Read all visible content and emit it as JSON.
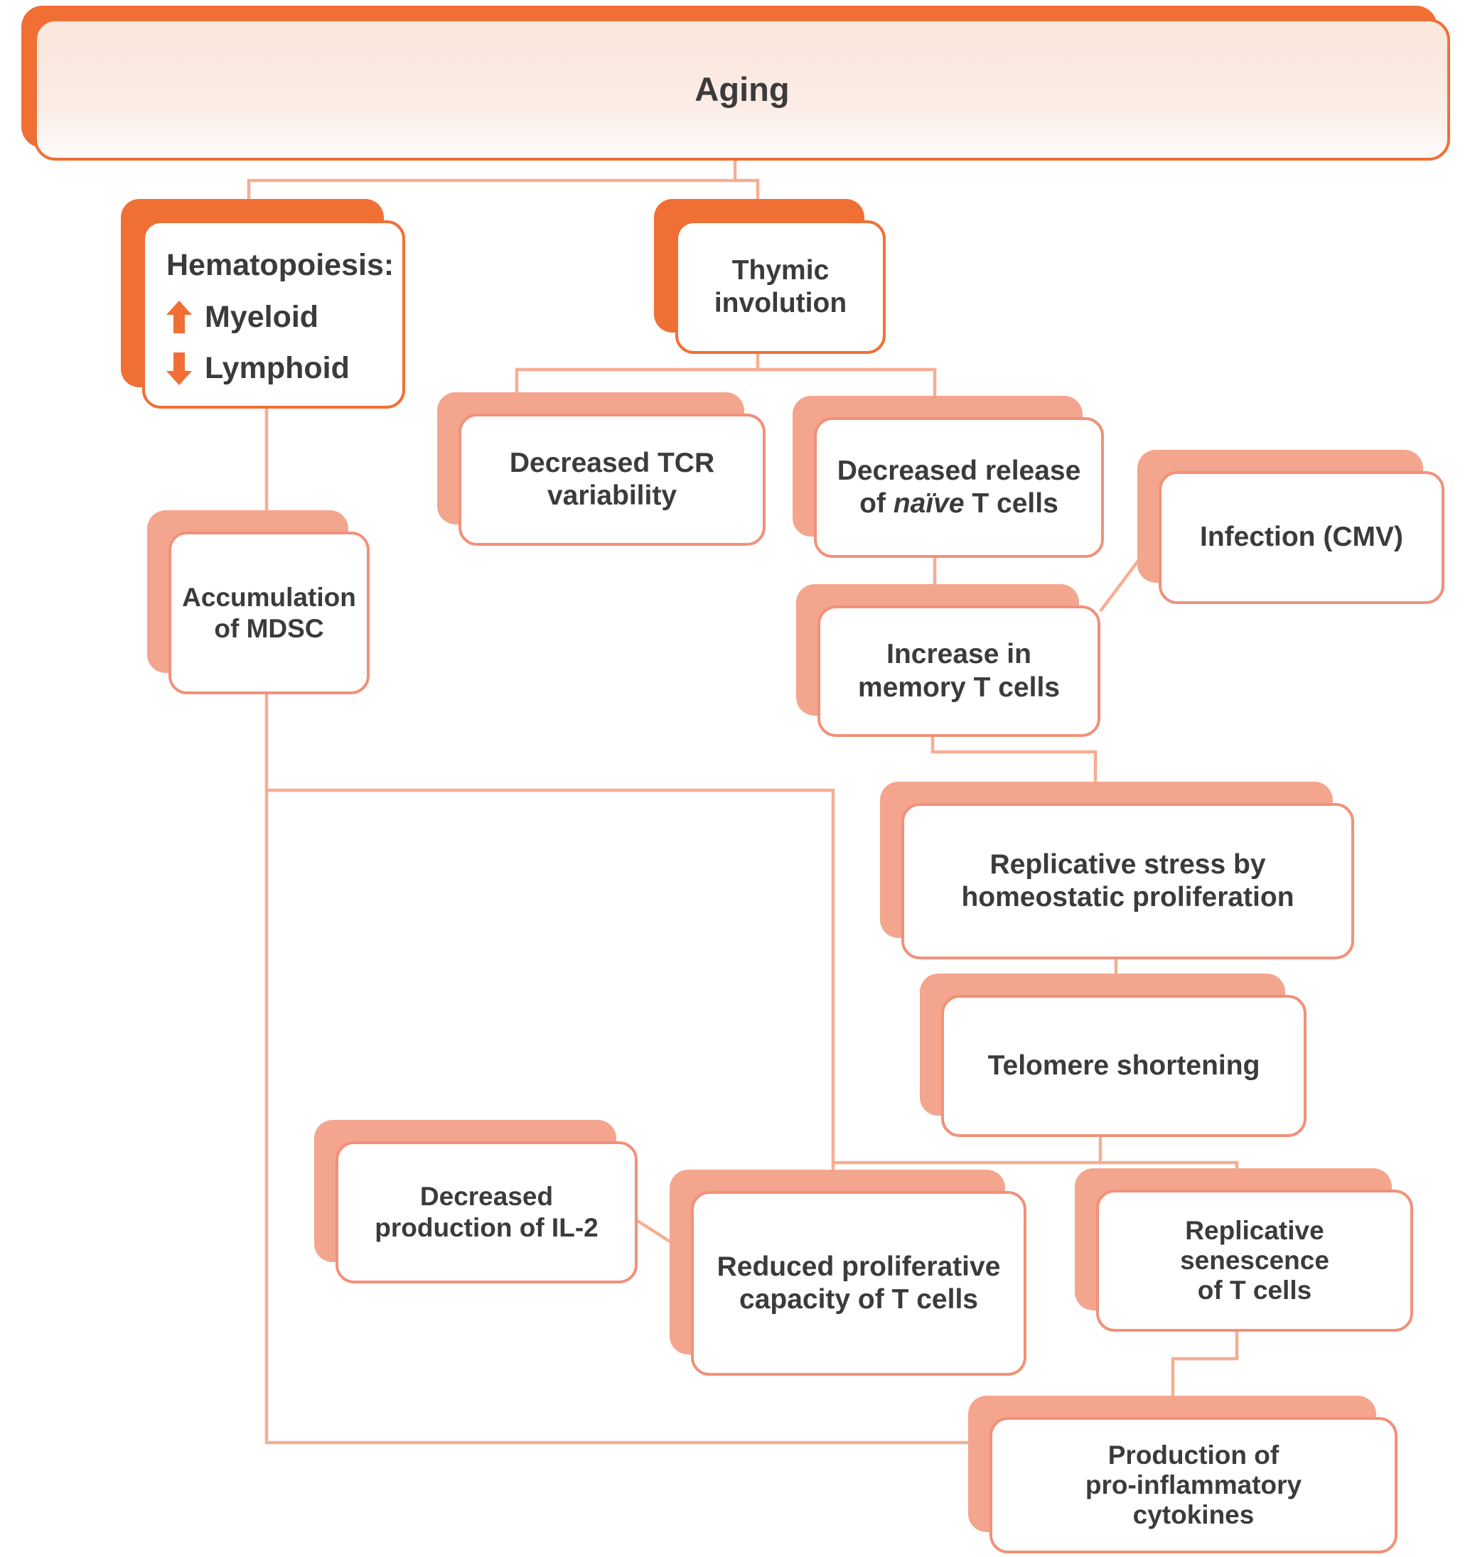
{
  "colors": {
    "orange_accent": "#f06f35",
    "salmon_shadow": "#f4a58e",
    "salmon_border": "#f19179",
    "connector": "#f6ae93",
    "aging_fill": "#fbe9e0",
    "text": "#3b3b3b"
  },
  "nodes": {
    "aging": {
      "label": "Aging"
    },
    "hematopoiesis": {
      "title": "Hematopoiesis:",
      "items": [
        {
          "icon": "up-arrow",
          "label": "Myeloid"
        },
        {
          "icon": "down-arrow",
          "label": "Lymphoid"
        }
      ]
    },
    "thymic": {
      "label": "Thymic\ninvolution"
    },
    "decreased_tcr": {
      "label": "Decreased TCR\nvariability"
    },
    "decreased_release": {
      "line1": "Decreased release",
      "line2_pre": "of ",
      "line2_italic": "naïve",
      "line2_post": " T cells"
    },
    "infection": {
      "label": "Infection (CMV)"
    },
    "memory": {
      "label": "Increase in\nmemory T cells"
    },
    "mdsc": {
      "label": "Accumulation\nof MDSC"
    },
    "replicative_stress": {
      "label": "Replicative stress by\nhomeostatic proliferation"
    },
    "telomere": {
      "label": "Telomere shortening"
    },
    "il2": {
      "label": "Decreased\nproduction of IL-2"
    },
    "reduced_proliferative": {
      "label": "Reduced proliferative\ncapacity of T cells"
    },
    "senescence": {
      "label": "Replicative\nsenescence\nof T cells"
    },
    "cytokines": {
      "label": "Production of\npro-inflammatory\ncytokines"
    }
  }
}
